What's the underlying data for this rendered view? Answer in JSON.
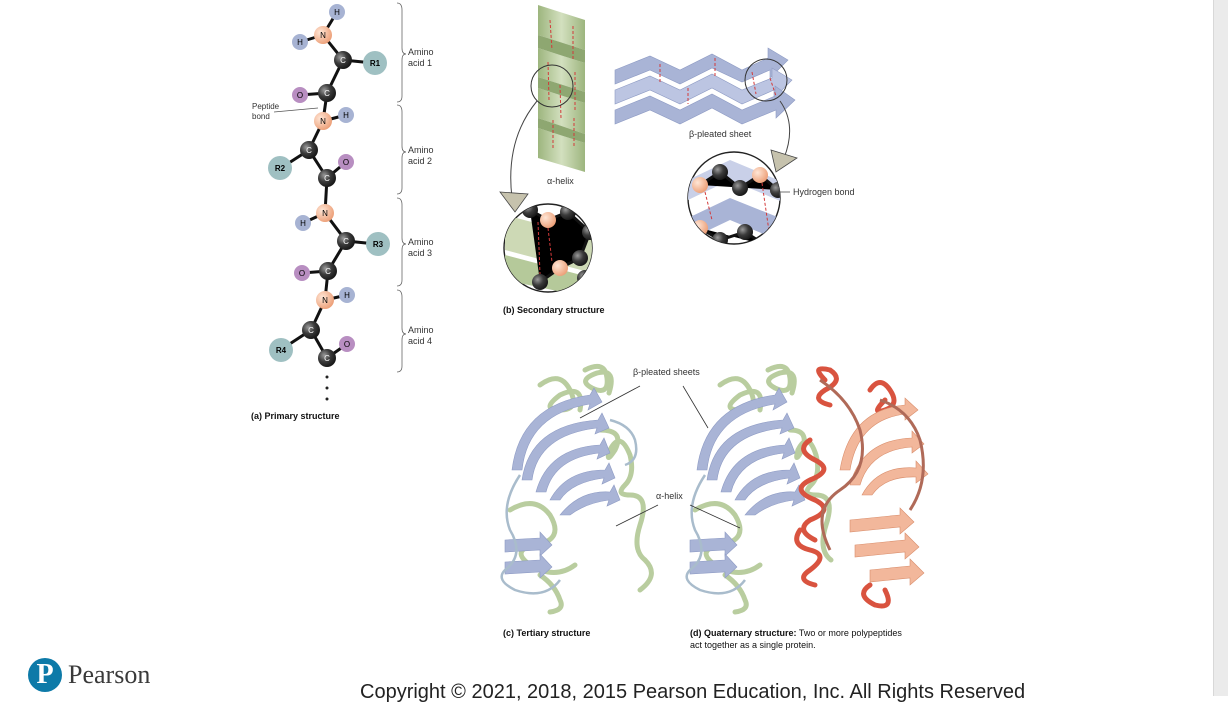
{
  "primary": {
    "amino_acids": [
      "Amino\nacid 1",
      "Amino\nacid 2",
      "Amino\nacid 3",
      "Amino\nacid 4"
    ],
    "peptide_bond_label": "Peptide\nbond",
    "atoms": {
      "H": "H",
      "N": "N",
      "C": "C",
      "O": "O"
    },
    "r_groups": [
      "R1",
      "R2",
      "R3",
      "R4"
    ],
    "caption": "(a) Primary structure"
  },
  "secondary": {
    "alpha_helix_label": "α-helix",
    "beta_sheet_label": "β-pleated sheet",
    "hydrogen_bond_label": "Hydrogen bond",
    "caption": "(b) Secondary structure"
  },
  "tertiary": {
    "beta_sheets_label": "β-pleated sheets",
    "alpha_helix_label": "α-helix",
    "caption": "(c) Tertiary structure"
  },
  "quaternary": {
    "caption_bold": "(d) Quaternary structure:",
    "caption_line1": " Two or more polypeptides",
    "caption_line2": "act together as a single protein."
  },
  "footer": {
    "logo_letter": "P",
    "brand": "Pearson",
    "copyright": "Copyright © 2021, 2018, 2015 Pearson Education, Inc. All Rights Reserved"
  },
  "colors": {
    "H": "#a7b3d3",
    "N": "#f3b796",
    "C": "#3f3f3f",
    "O": "#b88ec1",
    "R": "#9fc0c2",
    "helix": "#b9cd9f",
    "sheet": "#a9b4d6",
    "hbond": "#d33a3a",
    "protein2": "#e97f62"
  }
}
